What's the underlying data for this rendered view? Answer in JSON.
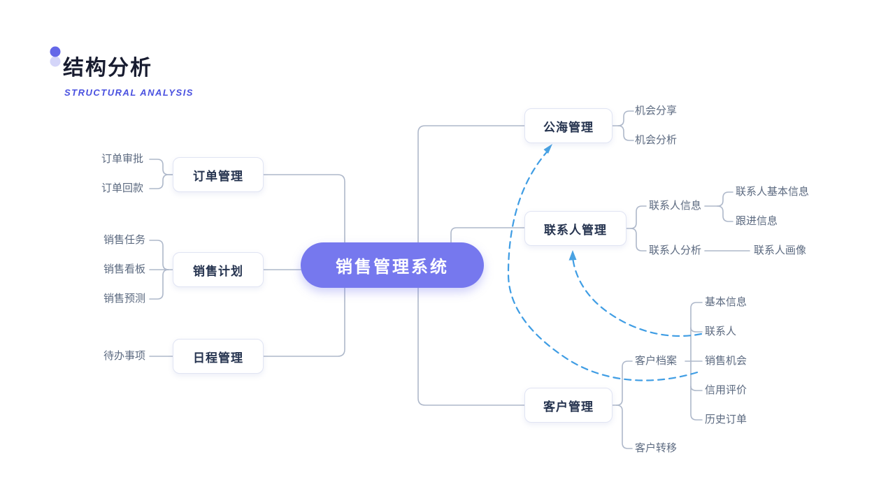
{
  "header": {
    "title": "结构分析",
    "subtitle": "STRUCTURAL ANALYSIS",
    "icon": "double-dot-bullet-icon"
  },
  "root": {
    "label": "销售管理系统"
  },
  "left": [
    {
      "label": "订单管理",
      "children": [
        {
          "label": "订单审批"
        },
        {
          "label": "订单回款"
        }
      ]
    },
    {
      "label": "销售计划",
      "children": [
        {
          "label": "销售任务"
        },
        {
          "label": "销售看板"
        },
        {
          "label": "销售预测"
        }
      ]
    },
    {
      "label": "日程管理",
      "children": [
        {
          "label": "待办事项"
        }
      ]
    }
  ],
  "right": [
    {
      "label": "公海管理",
      "children": [
        {
          "label": "机会分享"
        },
        {
          "label": "机会分析"
        }
      ]
    },
    {
      "label": "联系人管理",
      "children": [
        {
          "label": "联系人信息",
          "children": [
            {
              "label": "联系人基本信息"
            },
            {
              "label": "跟进信息"
            }
          ]
        },
        {
          "label": "联系人分析",
          "children": [
            {
              "label": "联系人画像"
            }
          ]
        }
      ]
    },
    {
      "label": "客户管理",
      "children": [
        {
          "label": "客户档案",
          "children": [
            {
              "label": "基本信息"
            },
            {
              "label": "联系人"
            },
            {
              "label": "销售机会"
            },
            {
              "label": "信用评价"
            },
            {
              "label": "历史订单"
            }
          ]
        },
        {
          "label": "客户转移"
        }
      ]
    }
  ],
  "relations": [
    {
      "from": "销售机会",
      "to": "公海管理",
      "style": "dashed-arrow"
    },
    {
      "from": "联系人",
      "to": "联系人管理",
      "style": "dashed-arrow"
    }
  ],
  "colors": {
    "root_fill": "#7678ee",
    "title_accent": "#4a51e0",
    "bullet_icon": "#6467e8",
    "connector": "#aeb8ca",
    "dashed_arrow": "#3f9de4",
    "box_border": "#e0e4f3",
    "box_text": "#25334f",
    "leaf_text": "#5c6a80"
  }
}
